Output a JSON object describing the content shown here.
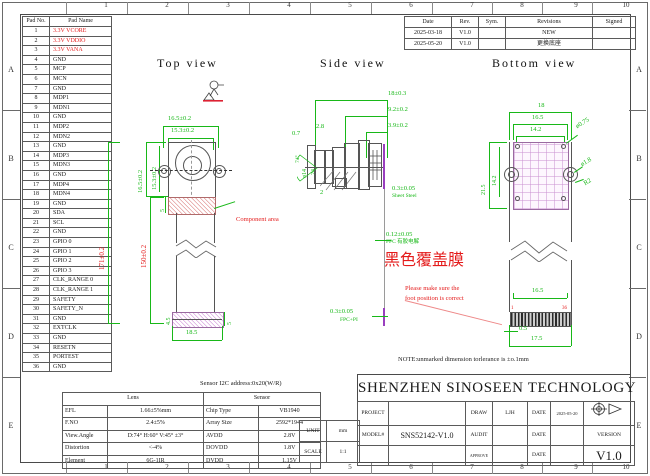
{
  "sheet": {
    "columns": [
      "1",
      "2",
      "3",
      "4",
      "5",
      "6",
      "7",
      "8",
      "9",
      "10"
    ],
    "rows": [
      "A",
      "B",
      "C",
      "D",
      "E"
    ],
    "note": "NOTE:unmarked dimension torlerance is ±o.1mm"
  },
  "pad_table": {
    "headers": [
      "Pad No.",
      "Pad Name"
    ],
    "rows": [
      {
        "no": "1",
        "name": "3.3V VCORE",
        "power": true
      },
      {
        "no": "2",
        "name": "3.3V VDDIO",
        "power": true
      },
      {
        "no": "3",
        "name": "3.3V VANA",
        "power": true
      },
      {
        "no": "4",
        "name": "GND"
      },
      {
        "no": "5",
        "name": "MCP"
      },
      {
        "no": "6",
        "name": "MCN"
      },
      {
        "no": "7",
        "name": "GND"
      },
      {
        "no": "8",
        "name": "MDP1"
      },
      {
        "no": "9",
        "name": "MDN1"
      },
      {
        "no": "10",
        "name": "GND"
      },
      {
        "no": "11",
        "name": "MDP2"
      },
      {
        "no": "12",
        "name": "MDN2"
      },
      {
        "no": "13",
        "name": "GND"
      },
      {
        "no": "14",
        "name": "MDP3"
      },
      {
        "no": "15",
        "name": "MDN3"
      },
      {
        "no": "16",
        "name": "GND"
      },
      {
        "no": "17",
        "name": "MDP4"
      },
      {
        "no": "18",
        "name": "MDN4"
      },
      {
        "no": "19",
        "name": "GND"
      },
      {
        "no": "20",
        "name": "SDA"
      },
      {
        "no": "21",
        "name": "SCL"
      },
      {
        "no": "22",
        "name": "GND"
      },
      {
        "no": "23",
        "name": "GPIO 0"
      },
      {
        "no": "24",
        "name": "GPIO 1"
      },
      {
        "no": "25",
        "name": "GPIO 2"
      },
      {
        "no": "26",
        "name": "GPIO 3"
      },
      {
        "no": "27",
        "name": "CLK_RANGE 0"
      },
      {
        "no": "28",
        "name": "CLK_RANGE 1"
      },
      {
        "no": "29",
        "name": "SAFETY"
      },
      {
        "no": "30",
        "name": "SAFETY_N"
      },
      {
        "no": "31",
        "name": "GND"
      },
      {
        "no": "32",
        "name": "EXTCLK"
      },
      {
        "no": "33",
        "name": "GND"
      },
      {
        "no": "34",
        "name": "RESETN"
      },
      {
        "no": "35",
        "name": "PORTEST"
      },
      {
        "no": "36",
        "name": "GND"
      }
    ]
  },
  "revision_table": {
    "headers": [
      "Date",
      "Rev.",
      "Sym.",
      "Revisions",
      "Signed"
    ],
    "rows": [
      {
        "date": "2025-03-18",
        "rev": "V1.0",
        "sym": "",
        "revisions": "NEW",
        "signed": ""
      },
      {
        "date": "2025-05-20",
        "rev": "V1.0",
        "sym": "",
        "revisions": "更换底座",
        "signed": ""
      }
    ]
  },
  "views": {
    "top": {
      "title": "Top view",
      "dims": {
        "width_outer": "16.5±0.2",
        "width_inner": "15.3±0.2",
        "height_outer": "16.5±0.2",
        "height_inner": "15.3±0.2",
        "flex_len_total": "171±0.2",
        "flex_len_inner": "150±0.2",
        "component_zone": "5",
        "conn_offset": "4.5",
        "conn_height": "5",
        "conn_width": "18.5"
      },
      "annotation": "Component area"
    },
    "side": {
      "title": "Side view",
      "dims": {
        "total_len": "18±0.3",
        "mid_len": "9.2±0.2",
        "front_len": "3.9±0.2",
        "lens_front": "0.7",
        "lens_step": "2.8",
        "base_thk": "2",
        "lens_dia": "ø14",
        "barrel_dia": "24",
        "fov_angle": "74°",
        "steel_thk": "0.3±0.05",
        "steel_label": "Sheet Steel",
        "fpc_thk": "0.12±0.05",
        "fpc_label": "FPC 有胶电解",
        "fpc_pi_thk": "0.3±0.05",
        "fpc_pi_label": "FPC+PI"
      },
      "warn_cn": "黑色覆盖膜",
      "warn_en_1": "Please make sure the",
      "warn_en_2": "foot position is correct"
    },
    "bottom": {
      "title": "Bottom view",
      "dims": {
        "width_outer": "18",
        "width_mid": "16.5",
        "width_inner": "14.2",
        "height_outer": "21.5",
        "height_inner": "14.2",
        "hole_small": "ø0.75",
        "hole_large": "ø1.8",
        "radius": "R2",
        "conn_width": "16.5",
        "conn_pitch": "0.5",
        "conn_total": "17.5",
        "pin_first": "1",
        "pin_last": "36"
      }
    }
  },
  "spec_table": {
    "i2c": "Sensor I2C address:0x20(W/R)",
    "group_lens": "Lens",
    "group_sensor": "Sensor",
    "lens_rows": [
      {
        "k": "EFL",
        "v": "1.66±5%mm"
      },
      {
        "k": "F.NO",
        "v": "2.4±5%"
      },
      {
        "k": "View.Angle",
        "v": "D:74° H:60° V:45° ±3°"
      },
      {
        "k": "Distortion",
        "v": "<-4%"
      },
      {
        "k": "Element",
        "v": "6G-1IR"
      }
    ],
    "sensor_rows": [
      {
        "k": "Chip Type",
        "v": "VB1940"
      },
      {
        "k": "Array Size",
        "v": "2592*1944"
      },
      {
        "k": "AVDD",
        "v": "2.8V"
      },
      {
        "k": "DOVDD",
        "v": "1.8V"
      },
      {
        "k": "DVDD",
        "v": "1.15V"
      }
    ]
  },
  "title_block": {
    "company": "SHENZHEN SINOSEEN TECHNOLOGY",
    "unit_label": "UNIT",
    "unit_value": "mm",
    "scale_label": "SCALE",
    "scale_value": "1:1",
    "project_label": "PROJECT",
    "project_value": "",
    "model_label": "MODEL#",
    "model_value": "SNS52142-V1.0",
    "draw_label": "DRAW",
    "draw_value": "LJH",
    "audit_label": "AUDIT",
    "audit_value": "",
    "approve_label": "APPROVE",
    "approve_value": "",
    "date_label": "DATE",
    "date_value_1": "2025-05-20",
    "date_value_2": "",
    "date_value_3": "",
    "version_label": "VERSION",
    "version_value": "V1.0"
  },
  "colors": {
    "dimension": "#18b818",
    "warning": "#e41b1b",
    "line": "#555555",
    "pad_grid": "#9a6aa0"
  }
}
